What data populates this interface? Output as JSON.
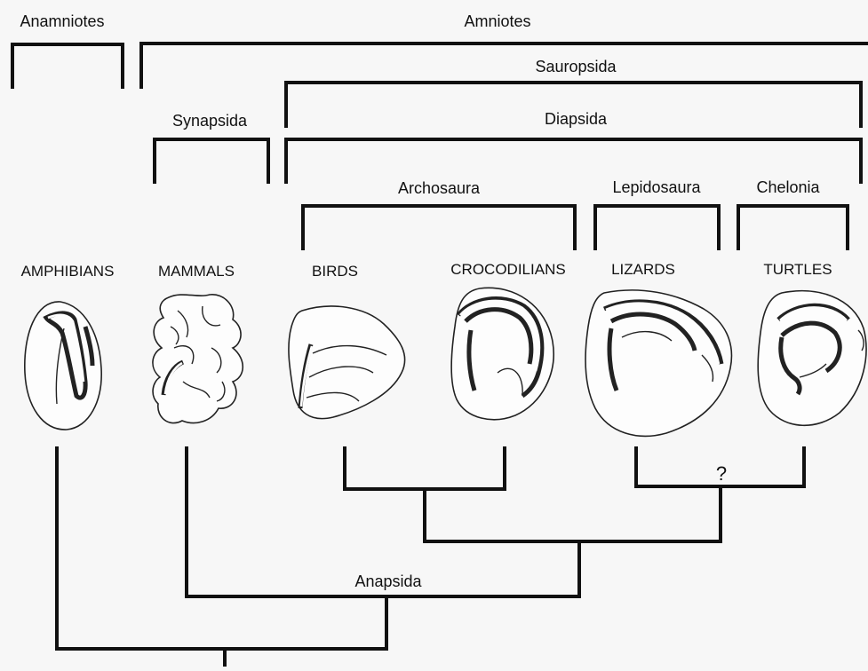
{
  "groups": {
    "anamniotes": "Anamniotes",
    "amniotes": "Amniotes",
    "sauropsida": "Sauropsida",
    "synapsida": "Synapsida",
    "diapsida": "Diapsida",
    "archosaura": "Archosaura",
    "lepidosaura": "Lepidosaura",
    "chelonia": "Chelonia",
    "anapsida": "Anapsida"
  },
  "taxa": [
    "AMPHIBIANS",
    "MAMMALS",
    "BIRDS",
    "CROCODILIANS",
    "LIZARDS",
    "TURTLES"
  ],
  "uncertain_mark": "?",
  "brain_sections": {
    "amphibians": "amphibian-brain-section-icon",
    "mammals": "mammal-brain-section-icon",
    "birds": "bird-brain-section-icon",
    "crocodilians": "crocodilian-brain-section-icon",
    "lizards": "lizard-brain-section-icon",
    "turtles": "turtle-brain-section-icon"
  }
}
